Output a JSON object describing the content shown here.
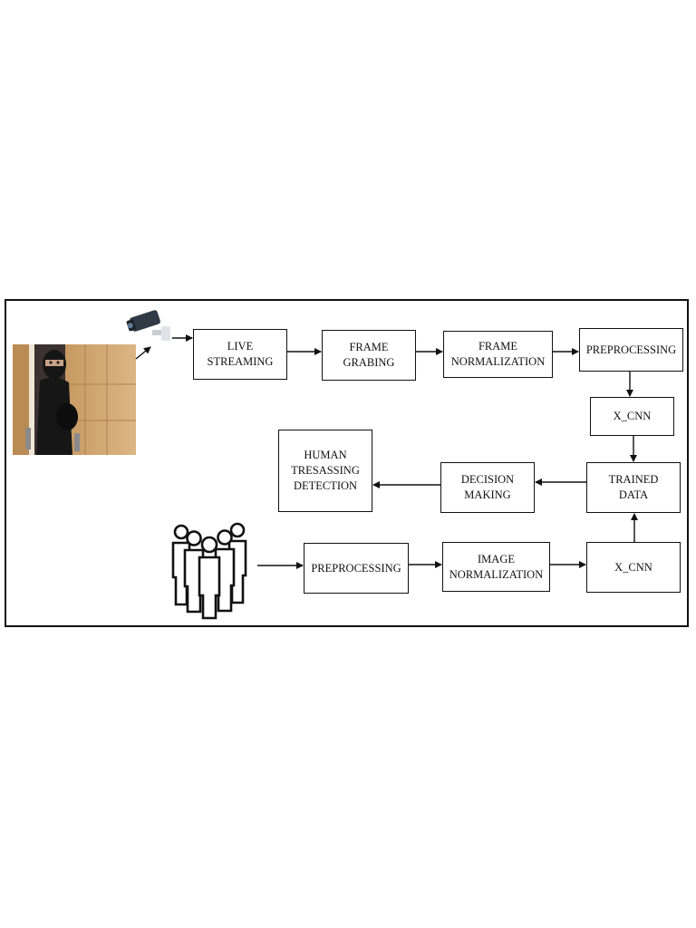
{
  "nodes": {
    "live_streaming": "LIVE\nSTREAMING",
    "frame_grabing": "FRAME\nGRABING",
    "frame_normalization": "FRAME\nNORMALIZATION",
    "preprocessing_top": "PREPROCESSING",
    "x_cnn_top": "X_CNN",
    "trained_data": "TRAINED\nDATA",
    "decision_making": "DECISION\nMAKING",
    "human_trespassing_detection": "HUMAN\nTRESASSING\nDETECTION",
    "preprocessing_bottom": "PREPROCESSING",
    "image_normalization": "IMAGE\nNORMALIZATION",
    "x_cnn_bottom": "X_CNN"
  },
  "icons": {
    "intruder": "intruder-photo",
    "camera": "cctv-camera-icon",
    "people": "group-of-people-icon"
  }
}
